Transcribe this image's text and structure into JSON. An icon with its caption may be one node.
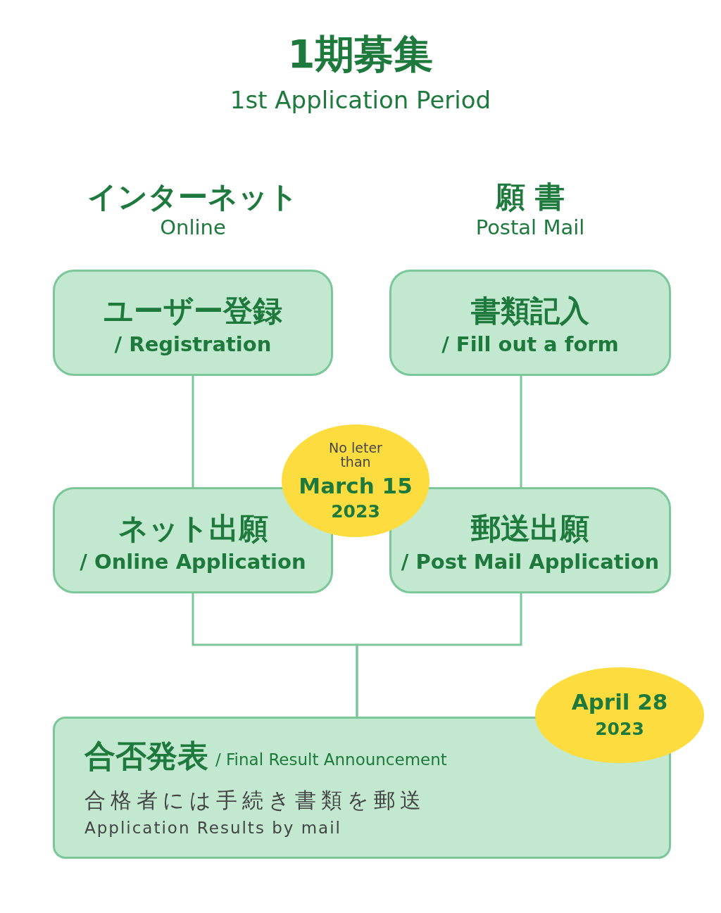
{
  "diagram": {
    "title": "1期募集",
    "nodes": [
      {
        "text": [
          "ユーザー登録",
          "/ Registration"
        ]
      },
      {
        "text": [
          "書類記入",
          "/ Fill out a form"
        ]
      },
      {
        "text": [
          "ネット出願",
          "/ Online Application"
        ]
      },
      {
        "text": [
          "郵送出願",
          "/ Post Mail Application"
        ]
      },
      {
        "text": [
          "合否発表",
          "/ Final Result Announcement",
          "合格者には手続き書類を郵送",
          "Application Results by mail"
        ]
      },
      {
        "text": [
          "No leter than",
          "March 15",
          "2023"
        ]
      },
      {
        "text": [
          "April 28",
          "2023"
        ]
      }
    ],
    "edges": [
      {
        "from": 0,
        "to": 2,
        "arrow": "none"
      },
      {
        "from": 1,
        "to": 3,
        "arrow": "none"
      },
      {
        "from": 2,
        "to": 4,
        "arrow": "none"
      },
      {
        "from": 3,
        "to": 4,
        "arrow": "none"
      }
    ],
    "labels": [
      "1st Application Period",
      "インターネット",
      "Online",
      "願 書",
      "Postal Mail"
    ]
  }
}
